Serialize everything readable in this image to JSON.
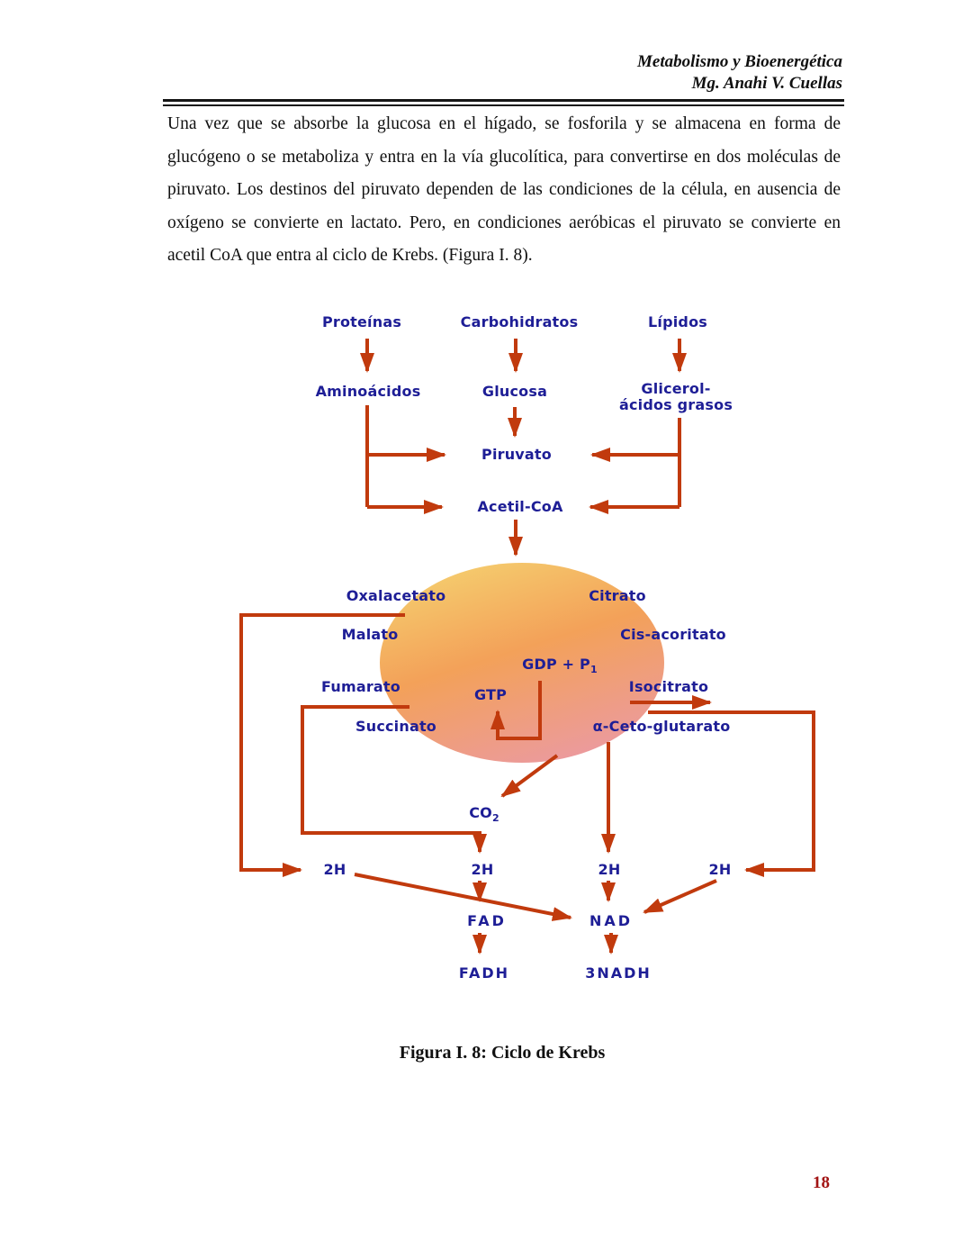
{
  "page": {
    "header": {
      "line1": "Metabolismo y Bioenergética",
      "line2": "Mg. Anahi V. Cuellas"
    },
    "paragraph": "Una vez que se absorbe la glucosa en el hígado, se fosforila y se almacena en forma de glucógeno o se metaboliza y entra en la vía glucolítica, para convertirse en dos moléculas de piruvato. Los destinos del piruvato dependen de las condiciones de la célula, en ausencia de oxígeno se convierte en lactato. Pero, en condiciones aeróbicas el piruvato se convierte en acetil CoA que entra al ciclo de Krebs.  (Figura I. 8).",
    "caption": "Figura I. 8: Ciclo de Krebs",
    "page_number": "18"
  },
  "diagram": {
    "labels": {
      "proteinas": "Proteínas",
      "carbohidratos": "Carbohidratos",
      "lipidos": "Lípidos",
      "aminoacidos": "Aminoácidos",
      "glucosa": "Glucosa",
      "glicerol_line1": "Glicerol-",
      "glicerol_line2": "ácidos grasos",
      "piruvato": "Piruvato",
      "acetil_coa": "Acetil-CoA",
      "oxalacetato": "Oxalacetato",
      "citrato": "Citrato",
      "malato": "Malato",
      "cis_aconitato": "Cis-acoritato",
      "gdp": "GDP + P",
      "gdp_sub": "1",
      "fumarato": "Fumarato",
      "gtp": "GTP",
      "isocitrato": "Isocitrato",
      "succinato": "Succinato",
      "alfa_ceto_glutarato": "α-Ceto-glutarato",
      "co2": "CO",
      "co2_sub": "2",
      "h2_a": "2H",
      "h2_b": "2H",
      "h2_c": "2H",
      "h2_d": "2H",
      "fad": "FAD",
      "nad": "NAD",
      "fadh": "FADH",
      "nadh": "3NADH"
    },
    "colors": {
      "label": "#1e1e96",
      "arrow": "#c13a0d",
      "pagenum": "#a21414",
      "ellipse_top": "#f5cd6e",
      "ellipse_mid": "#f3a159",
      "ellipse_bottom": "#eb9aa0"
    }
  }
}
